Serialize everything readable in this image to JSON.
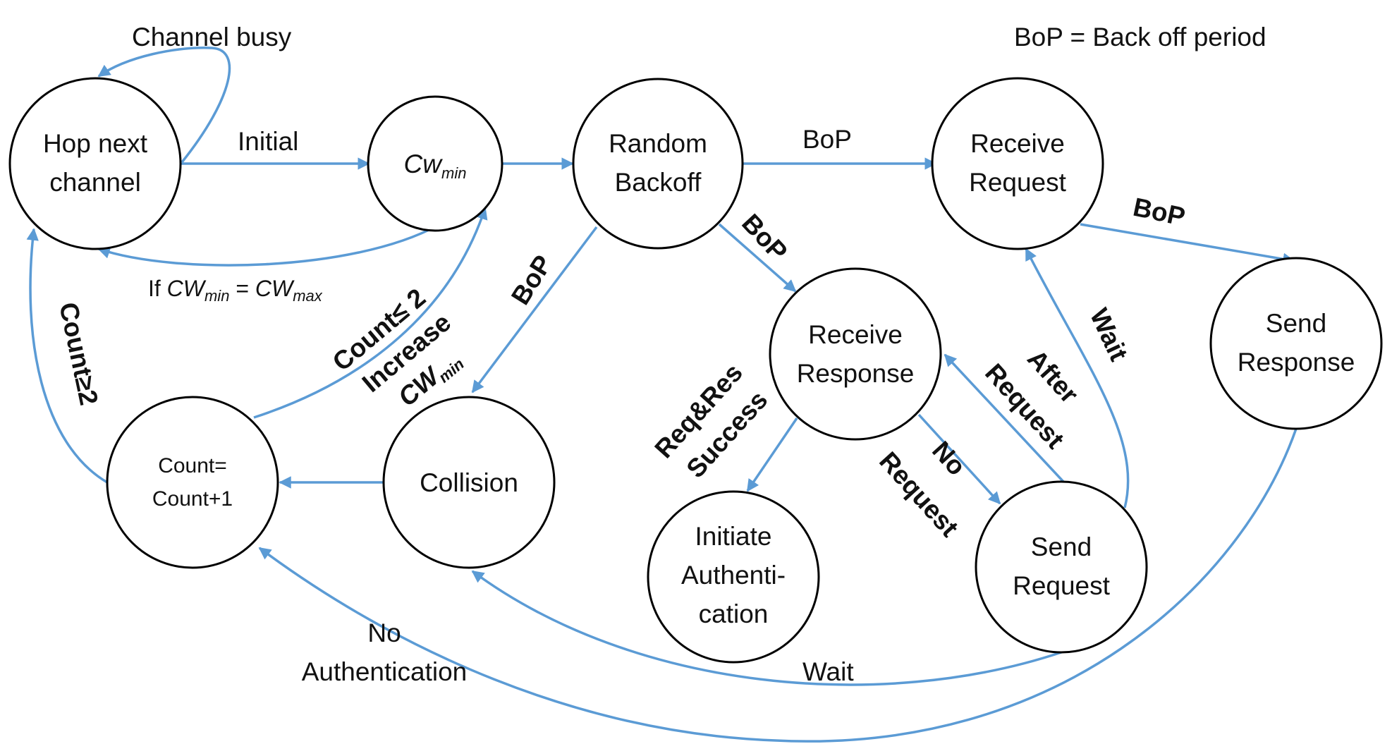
{
  "legend": "BoP = Back off period",
  "colors": {
    "edge": "#5B9BD5",
    "node_stroke": "#000000"
  },
  "nodes": {
    "hop": [
      "Hop next",
      "channel"
    ],
    "cwmin": {
      "base": "Cw",
      "sub": "min"
    },
    "random": [
      "Random",
      "Backoff"
    ],
    "recvreq": [
      "Receive",
      "Request"
    ],
    "recvres": [
      "Receive",
      "Response"
    ],
    "sendres": [
      "Send",
      "Response"
    ],
    "count": [
      "Count=",
      "Count+1"
    ],
    "collision": [
      "Collision"
    ],
    "initauth": [
      "Initiate",
      "Authenti-",
      "cation"
    ],
    "sendreq": [
      "Send",
      "Request"
    ]
  },
  "edges": {
    "channel_busy": "Channel busy",
    "initial": "Initial",
    "if_cw": {
      "prefix": "If ",
      "cw1": "CW",
      "sub1": "min",
      "eq": " = ",
      "cw2": "CW",
      "sub2": "max"
    },
    "bop_top": "BoP",
    "bop_right": "BoP",
    "bop_mid": "BoP",
    "bop_left": "BoP",
    "count_le2": "Count≤ 2",
    "increase": "Increase",
    "increase_cw": {
      "base": "CW",
      "sub": "min"
    },
    "count_ge2": "Count≥2",
    "reqres_success": [
      "Req&Res",
      "Success"
    ],
    "no_request": [
      "No",
      "Request"
    ],
    "after_request": [
      "After",
      "Request"
    ],
    "wait_up": "Wait",
    "wait_bottom": "Wait",
    "no_auth": [
      "No",
      "Authentication"
    ]
  }
}
